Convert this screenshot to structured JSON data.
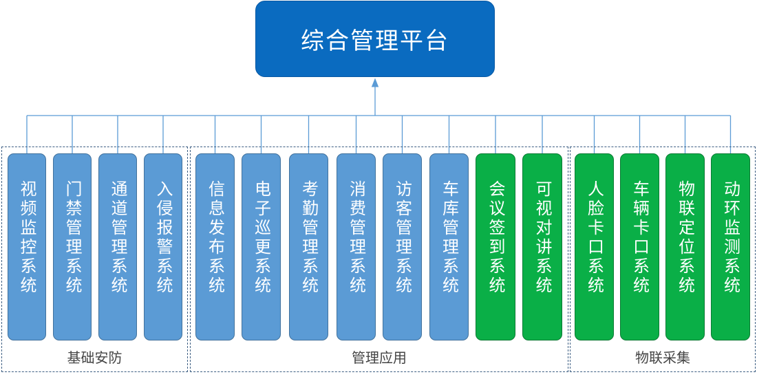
{
  "root": {
    "label": "综合管理平台"
  },
  "groups": [
    {
      "label": "基础安防",
      "nodes": [
        {
          "label": "视频监控系统",
          "color": "blue"
        },
        {
          "label": "门禁管理系统",
          "color": "blue"
        },
        {
          "label": "通道管理系统",
          "color": "blue"
        },
        {
          "label": "入侵报警系统",
          "color": "blue"
        }
      ]
    },
    {
      "label": "管理应用",
      "nodes": [
        {
          "label": "信息发布系统",
          "color": "blue"
        },
        {
          "label": "电子巡更系统",
          "color": "blue"
        },
        {
          "label": "考勤管理系统",
          "color": "blue"
        },
        {
          "label": "消费管理系统",
          "color": "blue"
        },
        {
          "label": "访客管理系统",
          "color": "blue"
        },
        {
          "label": "车库管理系统",
          "color": "blue"
        },
        {
          "label": "会议签到系统",
          "color": "green"
        },
        {
          "label": "可视对讲系统",
          "color": "green"
        }
      ]
    },
    {
      "label": "物联采集",
      "nodes": [
        {
          "label": "人脸卡口系统",
          "color": "green"
        },
        {
          "label": "车辆卡口系统",
          "color": "green"
        },
        {
          "label": "物联定位系统",
          "color": "green"
        },
        {
          "label": "动环监测系统",
          "color": "green"
        }
      ]
    }
  ],
  "colors": {
    "root_fill": "#0a6bc0",
    "node_blue": "#5b9bd5",
    "node_green": "#0aaf47",
    "connector": "#5b9bd5",
    "frame": "#3b5d82"
  }
}
